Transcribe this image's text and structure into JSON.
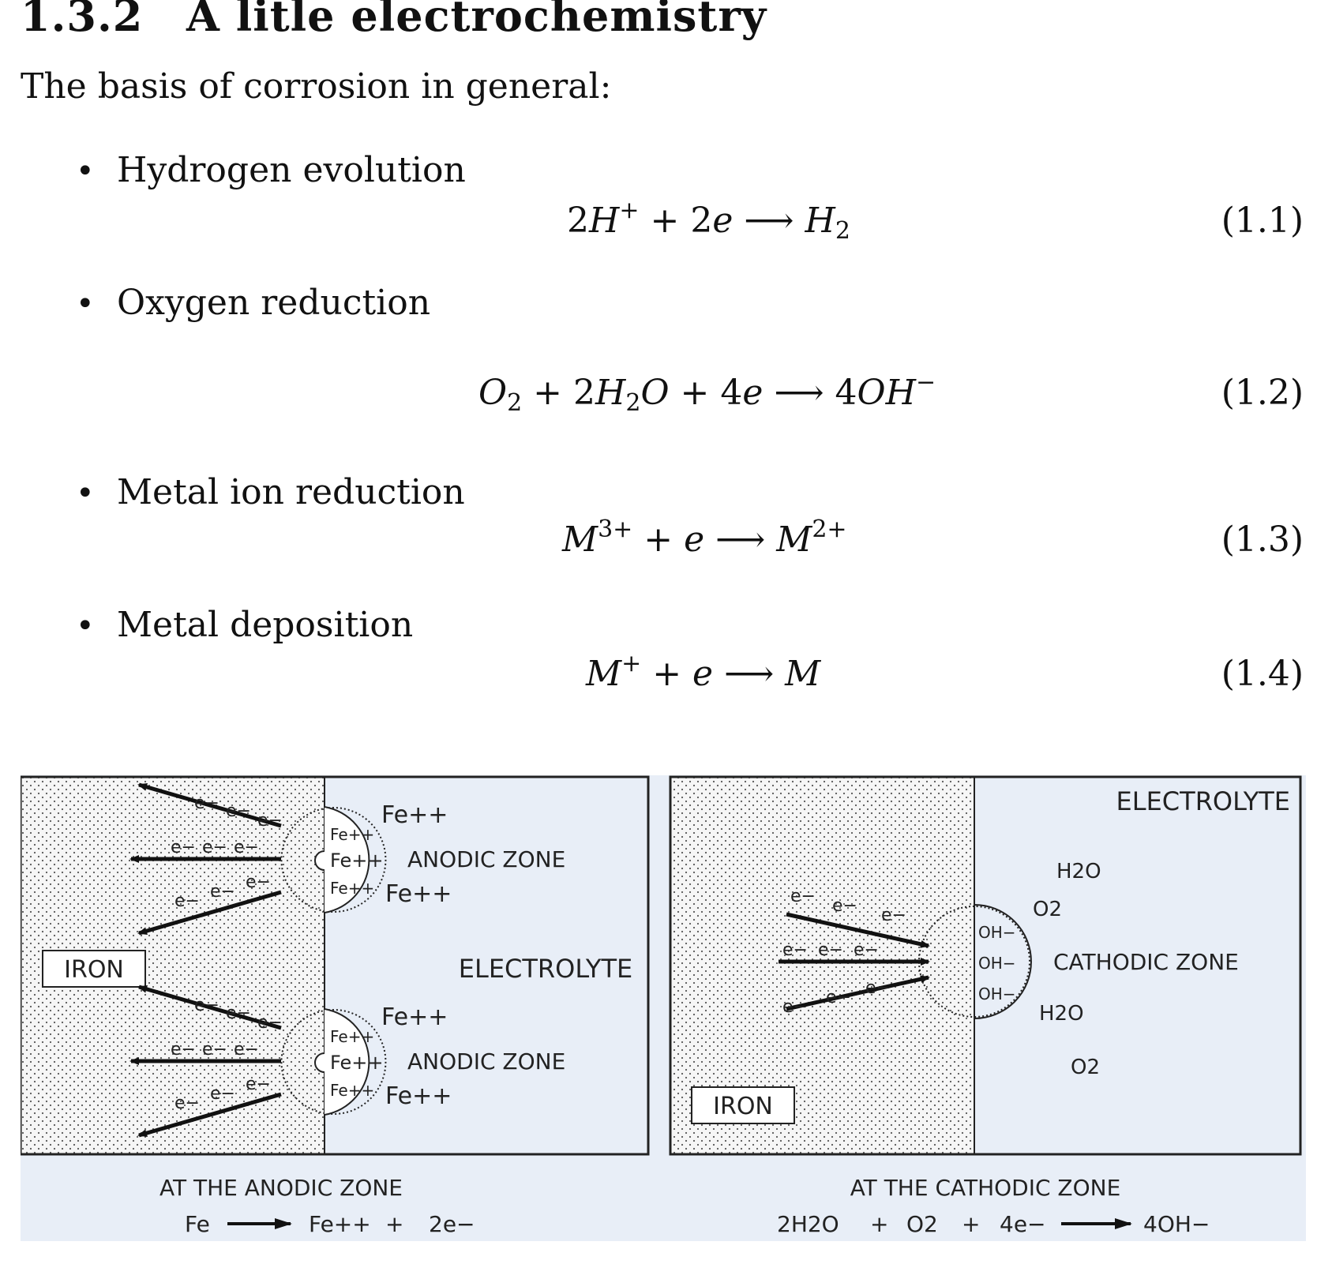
{
  "section": {
    "number": "1.3.2",
    "title": "A litle electrochemistry"
  },
  "intro": "The basis of corrosion in general:",
  "items": [
    {
      "label": "Hydrogen evolution",
      "eq_number": "(1.1)"
    },
    {
      "label": "Oxygen reduction",
      "eq_number": "(1.2)"
    },
    {
      "label": "Metal ion reduction",
      "eq_number": "(1.3)"
    },
    {
      "label": "Metal deposition",
      "eq_number": "(1.4)"
    }
  ],
  "figure": {
    "left": {
      "metal_label": "IRON",
      "zone_label_top": "ANODIC ZONE",
      "zone_label_bottom": "ANODIC ZONE",
      "electrolyte_label": "ELECTROLYTE",
      "ion": "Fe++",
      "electron": "e−",
      "caption_title": "AT THE ANODIC ZONE",
      "reaction": {
        "reactant": "Fe",
        "product": "Fe++",
        "plus": "+",
        "electrons": "2e−"
      }
    },
    "right": {
      "metal_label": "IRON",
      "zone_label": "CATHODIC ZONE",
      "electrolyte_label": "ELECTROLYTE",
      "species": [
        "H2O",
        "O2",
        "H2O",
        "O2"
      ],
      "hydroxide": "OH−",
      "electron": "e−",
      "caption_title": "AT THE CATHODIC ZONE",
      "reaction": {
        "water": "2H2O",
        "plus1": "+",
        "oxygen": "O2",
        "plus2": "+",
        "electrons": "4e−",
        "product": "4OH−"
      }
    },
    "colors": {
      "panel": "#e8eef7",
      "line": "#222222",
      "dots": "#555555"
    }
  }
}
